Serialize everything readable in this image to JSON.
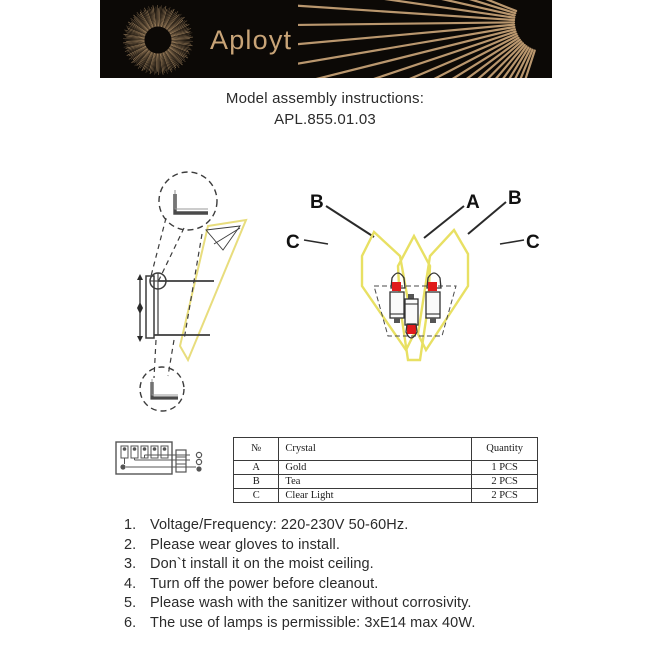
{
  "header": {
    "brand": "Aployt",
    "logo_icon": "sunburst-eclipse-icon",
    "ray_fan_icon": "radiating-rays-icon",
    "background_color": "#0c0906",
    "gold_color": "#c9a477"
  },
  "title": {
    "line1": "Model assembly instructions:",
    "line2": "APL.855.01.03"
  },
  "diagrams": {
    "side_view": {
      "name": "side-view-assembly-diagram",
      "callout_top": "bracket-detail-callout",
      "callout_bottom": "bracket-detail-callout",
      "crystal_color": "#efe27a",
      "line_color": "#3c3c3c"
    },
    "front_view": {
      "name": "front-view-assembly-diagram",
      "crystal_color": "#efe27a",
      "bulb_color": "#e01b1b",
      "labels": [
        {
          "text": "B",
          "position": "top-left"
        },
        {
          "text": "A",
          "position": "top-center"
        },
        {
          "text": "B",
          "position": "top-right"
        },
        {
          "text": "C",
          "position": "mid-left"
        },
        {
          "text": "C",
          "position": "mid-right"
        }
      ]
    },
    "wiring": {
      "name": "terminal-block-wiring-diagram",
      "terminals": 5
    }
  },
  "parts_table": {
    "columns": [
      "№",
      "Crystal",
      "Quantity"
    ],
    "rows": [
      {
        "no": "A",
        "crystal": "Gold",
        "quantity": "1 PCS"
      },
      {
        "no": "B",
        "crystal": "Tea",
        "quantity": "2 PCS"
      },
      {
        "no": "C",
        "crystal": "Clear Light",
        "quantity": "2 PCS"
      }
    ]
  },
  "instructions": [
    {
      "num": "1.",
      "text": "Voltage/Frequency: 220-230V 50-60Hz."
    },
    {
      "num": "2.",
      "text": "Please wear gloves to install."
    },
    {
      "num": "3.",
      "text": "Don`t install it on the moist ceiling."
    },
    {
      "num": "4.",
      "text": "Turn off the power before cleanout."
    },
    {
      "num": "5.",
      "text": "Please wash with the sanitizer without corrosivity."
    },
    {
      "num": "6.",
      "text": "The use of lamps is permissible: 3xE14 max 40W."
    }
  ]
}
